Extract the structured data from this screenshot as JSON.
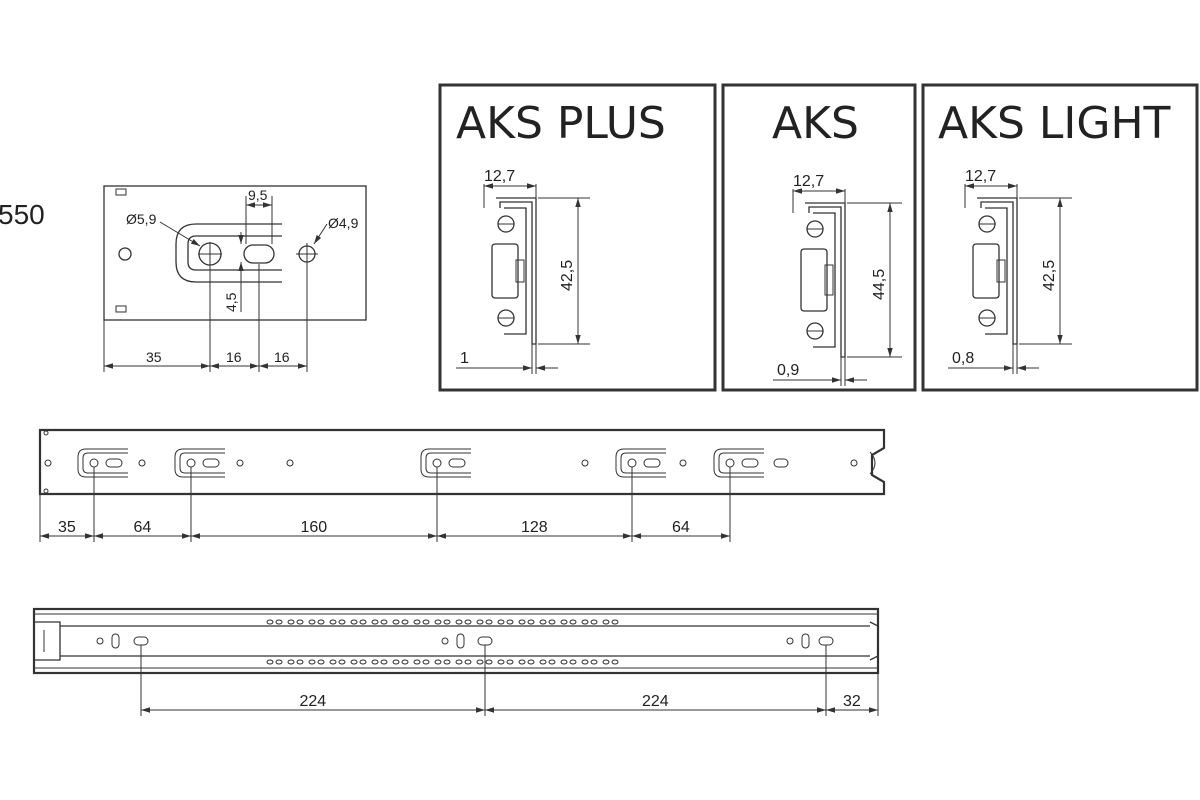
{
  "length_label": "550",
  "mount_detail": {
    "hole_d1": "Ø5,9",
    "hole_d2": "Ø4,9",
    "slot_w": "9,5",
    "slot_h": "4,5",
    "dims": [
      "35",
      "16",
      "16"
    ]
  },
  "profiles": [
    {
      "title": "AKS PLUS",
      "width": "12,7",
      "height": "42,5",
      "thickness": "1"
    },
    {
      "title": "AKS",
      "width": "12,7",
      "height": "44,5",
      "thickness": "0,9"
    },
    {
      "title": "AKS LIGHT",
      "width": "12,7",
      "height": "42,5",
      "thickness": "0,8"
    }
  ],
  "rail_dims": [
    "35",
    "64",
    "160",
    "128",
    "64"
  ],
  "slide_dims": [
    "224",
    "224",
    "32"
  ]
}
